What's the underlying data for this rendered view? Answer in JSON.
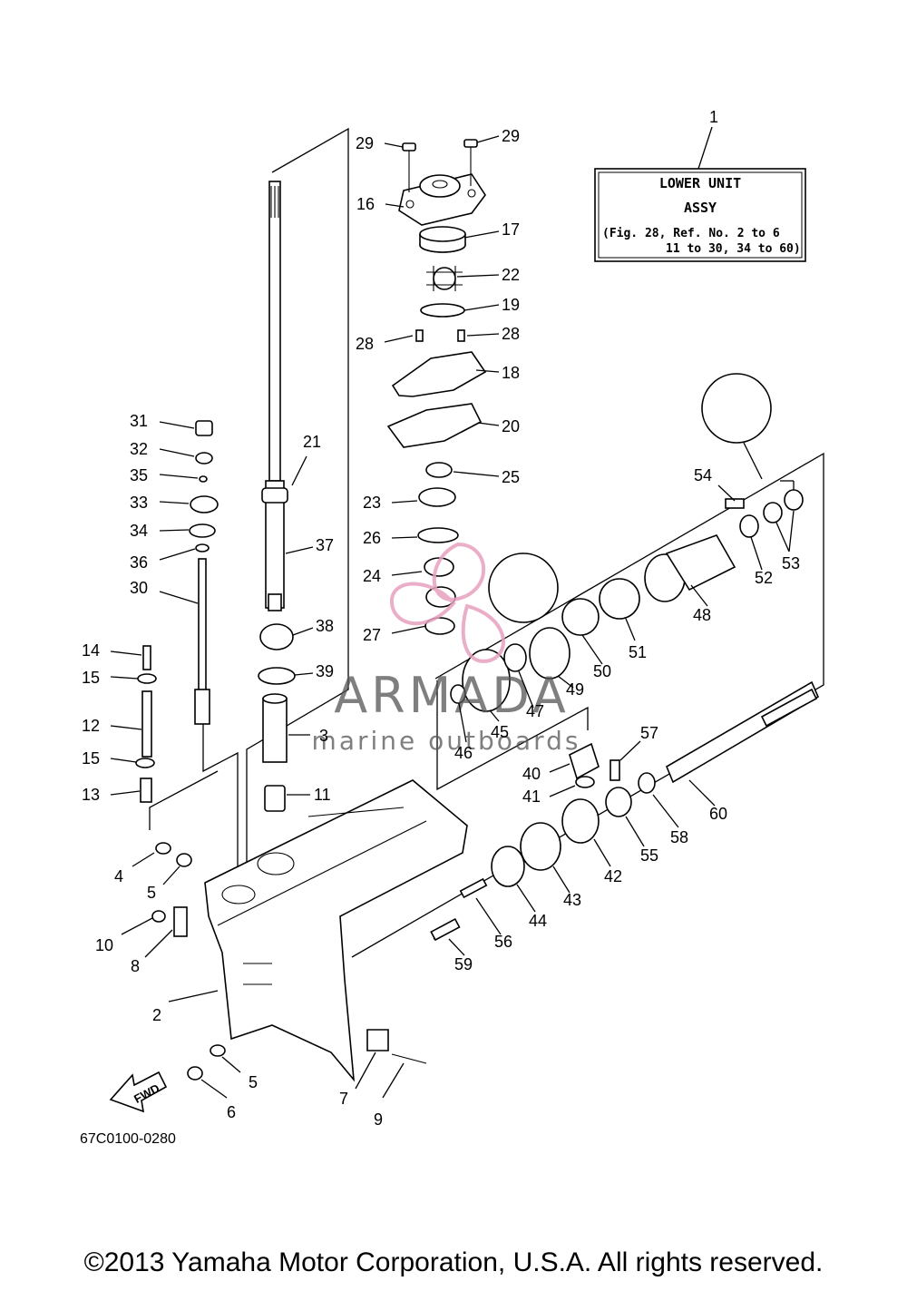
{
  "figure_code": "67C0100-0280",
  "copyright": "©2013 Yamaha Motor Corporation, U.S.A. All rights reserved.",
  "assy_box": {
    "line1": "LOWER UNIT",
    "line2": "ASSY",
    "line3": "(Fig. 28, Ref. No. 2 to 6",
    "line4": "11 to 30, 34 to 60)"
  },
  "fwd_label": "FWD",
  "watermark": {
    "brand": "ARMADA",
    "tagline": "marine outboards"
  },
  "colors": {
    "ink": "#000000",
    "watermark_pink": "#e8a0c0",
    "watermark_gray": "#555555"
  },
  "callouts": [
    {
      "id": "c1",
      "text": "1"
    },
    {
      "id": "c2",
      "text": "2"
    },
    {
      "id": "c3",
      "text": "3"
    },
    {
      "id": "c4",
      "text": "4"
    },
    {
      "id": "c5a",
      "text": "5"
    },
    {
      "id": "c5b",
      "text": "5"
    },
    {
      "id": "c6",
      "text": "6"
    },
    {
      "id": "c7",
      "text": "7"
    },
    {
      "id": "c8",
      "text": "8"
    },
    {
      "id": "c9",
      "text": "9"
    },
    {
      "id": "c10",
      "text": "10"
    },
    {
      "id": "c11",
      "text": "11"
    },
    {
      "id": "c12",
      "text": "12"
    },
    {
      "id": "c13",
      "text": "13"
    },
    {
      "id": "c14",
      "text": "14"
    },
    {
      "id": "c15a",
      "text": "15"
    },
    {
      "id": "c15b",
      "text": "15"
    },
    {
      "id": "c16",
      "text": "16"
    },
    {
      "id": "c17",
      "text": "17"
    },
    {
      "id": "c18",
      "text": "18"
    },
    {
      "id": "c19",
      "text": "19"
    },
    {
      "id": "c20",
      "text": "20"
    },
    {
      "id": "c21",
      "text": "21"
    },
    {
      "id": "c22",
      "text": "22"
    },
    {
      "id": "c23",
      "text": "23"
    },
    {
      "id": "c24",
      "text": "24"
    },
    {
      "id": "c25",
      "text": "25"
    },
    {
      "id": "c26",
      "text": "26"
    },
    {
      "id": "c27",
      "text": "27"
    },
    {
      "id": "c28a",
      "text": "28"
    },
    {
      "id": "c28b",
      "text": "28"
    },
    {
      "id": "c29a",
      "text": "29"
    },
    {
      "id": "c29b",
      "text": "29"
    },
    {
      "id": "c30",
      "text": "30"
    },
    {
      "id": "c31",
      "text": "31"
    },
    {
      "id": "c32",
      "text": "32"
    },
    {
      "id": "c33",
      "text": "33"
    },
    {
      "id": "c34",
      "text": "34"
    },
    {
      "id": "c35",
      "text": "35"
    },
    {
      "id": "c36",
      "text": "36"
    },
    {
      "id": "c37",
      "text": "37"
    },
    {
      "id": "c38",
      "text": "38"
    },
    {
      "id": "c39",
      "text": "39"
    },
    {
      "id": "c40",
      "text": "40"
    },
    {
      "id": "c41",
      "text": "41"
    },
    {
      "id": "c42",
      "text": "42"
    },
    {
      "id": "c43",
      "text": "43"
    },
    {
      "id": "c44",
      "text": "44"
    },
    {
      "id": "c45",
      "text": "45"
    },
    {
      "id": "c46",
      "text": "46"
    },
    {
      "id": "c47",
      "text": "47"
    },
    {
      "id": "c48",
      "text": "48"
    },
    {
      "id": "c49",
      "text": "49"
    },
    {
      "id": "c50",
      "text": "50"
    },
    {
      "id": "c51",
      "text": "51"
    },
    {
      "id": "c52",
      "text": "52"
    },
    {
      "id": "c53",
      "text": "53"
    },
    {
      "id": "c54",
      "text": "54"
    },
    {
      "id": "c55",
      "text": "55"
    },
    {
      "id": "c56",
      "text": "56"
    },
    {
      "id": "c57",
      "text": "57"
    },
    {
      "id": "c58",
      "text": "58"
    },
    {
      "id": "c59",
      "text": "59"
    },
    {
      "id": "c60",
      "text": "60"
    }
  ]
}
